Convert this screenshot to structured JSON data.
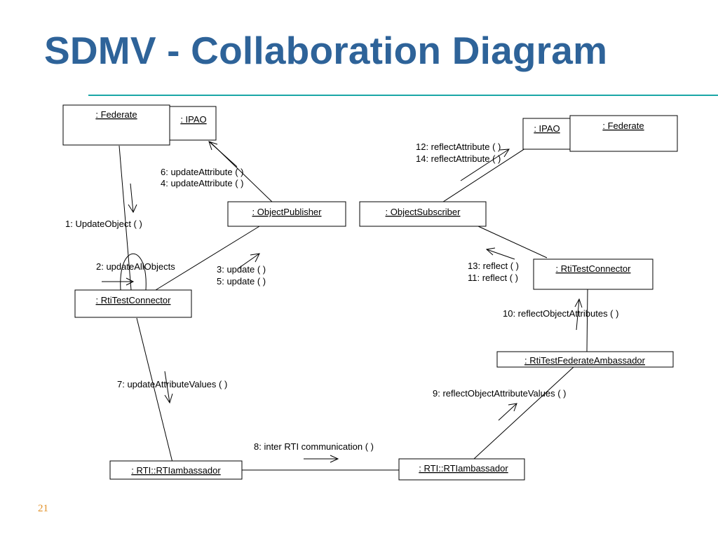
{
  "slide": {
    "title": "SDMV - Collaboration Diagram",
    "number": "21"
  },
  "colors": {
    "title": "#2e6399",
    "rule": "#1aa6a6",
    "slide_number": "#e2922b"
  },
  "objects": {
    "federate_left": ": Federate",
    "ipao_left": ": IPAO",
    "object_publisher": ": ObjectPublisher",
    "rti_test_connector_left": ": RtiTestConnector",
    "rti_ambassador_left": ": RTI::RTIambassador",
    "ipao_right": ": IPAO",
    "federate_right": ": Federate",
    "object_subscriber": ": ObjectSubscriber",
    "rti_test_connector_right": ": RtiTestConnector",
    "rti_test_federate_ambassador": ": RtiTestFederateAmbassador",
    "rti_ambassador_right": ": RTI::RTIambassador"
  },
  "messages": {
    "m1": "1: UpdateObject ( )",
    "m2": "2: updateAllObjects",
    "m3": "3: update ( )",
    "m5": "5: update ( )",
    "m6": "6: updateAttribute ( )",
    "m4": "4: updateAttribute ( )",
    "m7": "7: updateAttributeValues ( )",
    "m8": "8: inter RTI communication ( )",
    "m9": "9: reflectObjectAttributeValues ( )",
    "m10": "10: reflectObjectAttributes ( )",
    "m13": "13: reflect ( )",
    "m11": "11: reflect ( )",
    "m12": "12: reflectAttribute ( )",
    "m14": "14: reflectAttribute ( )"
  }
}
